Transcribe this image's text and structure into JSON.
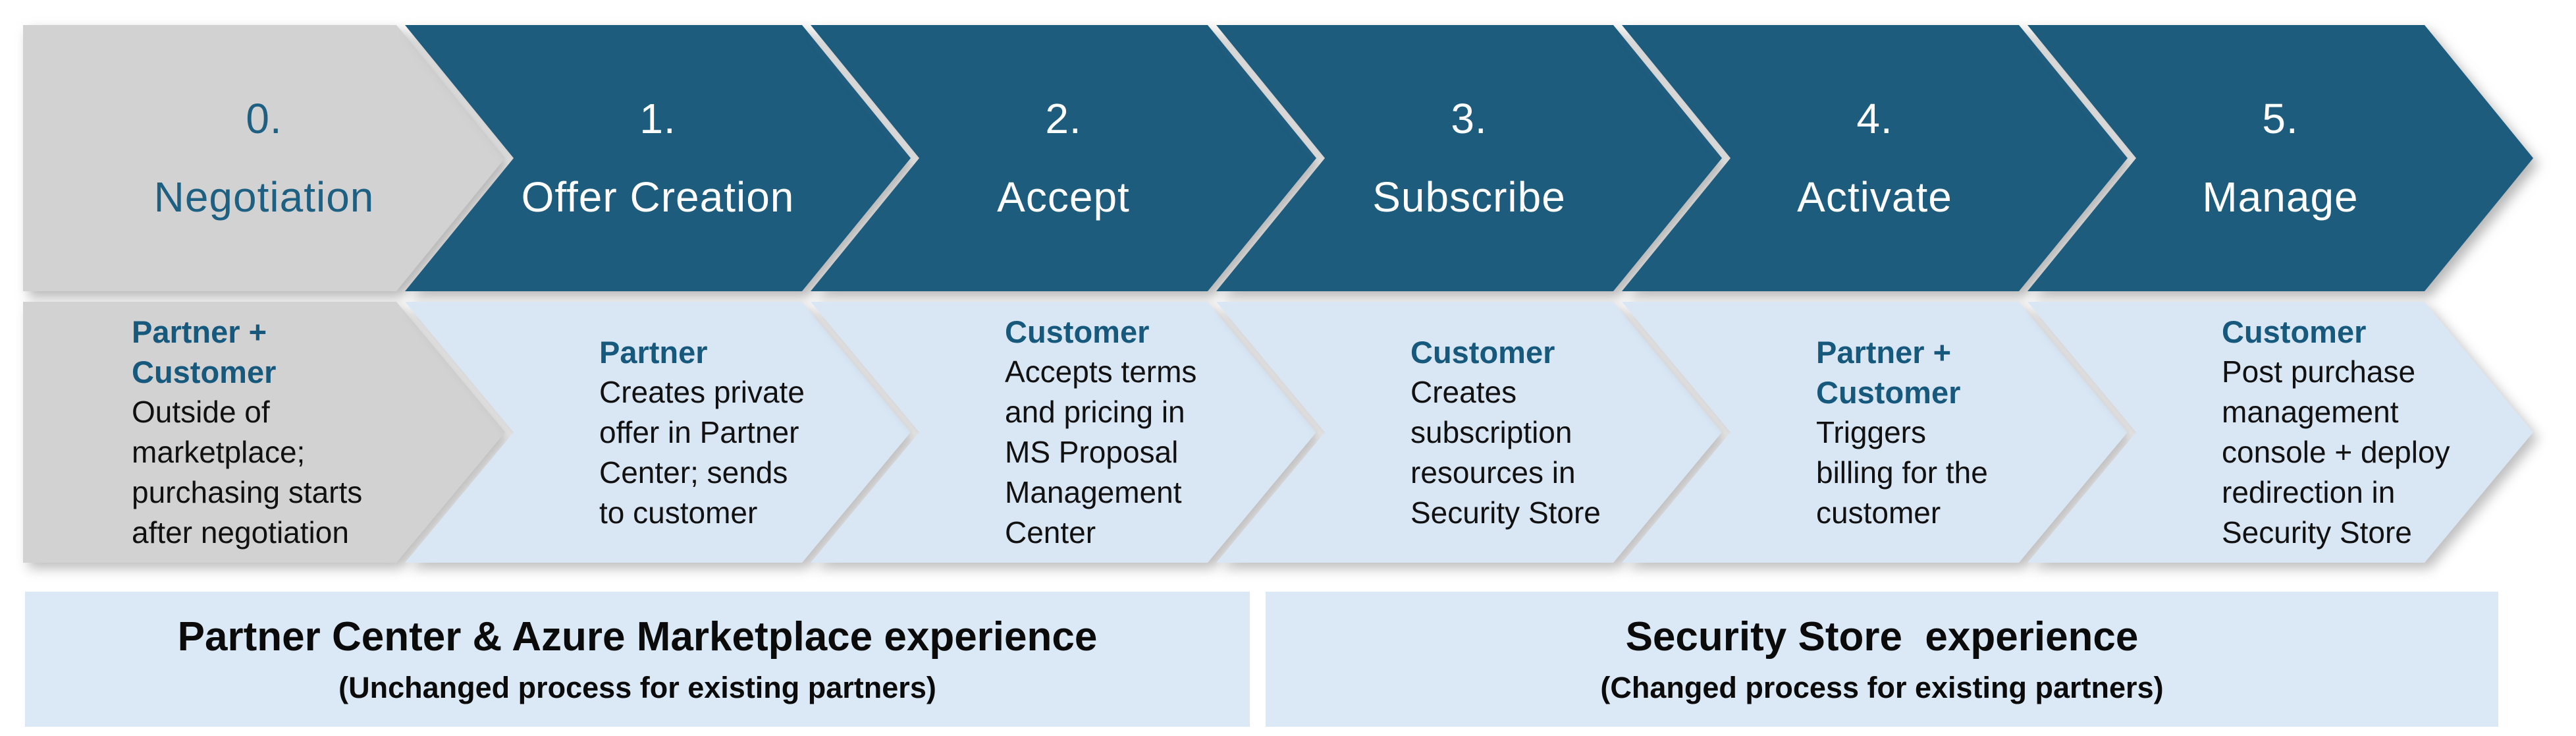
{
  "palette": {
    "chevron_teal": "#1E5C7E",
    "chevron_gray": "#D2D2D2",
    "detail_blue": "#D9E6F3",
    "band_blue": "#DBE8F5",
    "teal_text": "#17597D",
    "stage0_text": "#1D6082",
    "body_text": "#111111",
    "white": "#FFFFFF"
  },
  "stages": [
    {
      "number": "0.",
      "name": "Negotiation",
      "actor": "Partner +\nCustomer",
      "description": "Outside of\nmarketplace;\npurchasing starts\nafter negotiation"
    },
    {
      "number": "1.",
      "name": "Offer Creation",
      "actor": "Partner",
      "description": "Creates private\noffer in Partner\nCenter; sends\nto customer"
    },
    {
      "number": "2.",
      "name": "Accept",
      "actor": "Customer",
      "description": "Accepts terms\nand pricing in\nMS Proposal\nManagement\nCenter"
    },
    {
      "number": "3.",
      "name": "Subscribe",
      "actor": "Customer",
      "description": "Creates\nsubscription\nresources in\nSecurity Store"
    },
    {
      "number": "4.",
      "name": "Activate",
      "actor": "Partner +\nCustomer",
      "description": "Triggers\nbilling for the\ncustomer"
    },
    {
      "number": "5.",
      "name": "Manage",
      "actor": "Customer",
      "description": "Post purchase\nmanagement\nconsole + deploy\nredirection in\nSecurity Store"
    }
  ],
  "bands": [
    {
      "title": "Partner Center & Azure Marketplace experience",
      "subtitle": "(Unchanged process for existing partners)"
    },
    {
      "title": "Security Store  experience",
      "subtitle": "(Changed process for existing partners)"
    }
  ]
}
